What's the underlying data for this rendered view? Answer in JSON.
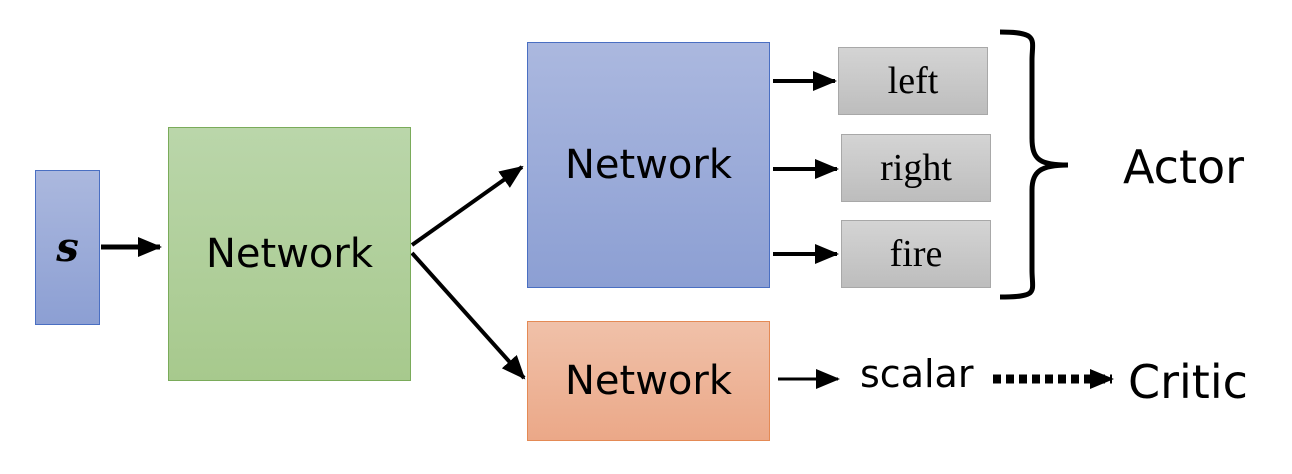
{
  "diagram": {
    "title": "Actor-Critic network architecture",
    "input": {
      "label": "s",
      "color": "#9aabd8"
    },
    "shared_network": {
      "label": "Network",
      "color": "#b2d19c"
    },
    "actor_network": {
      "label": "Network",
      "color": "#9aacda"
    },
    "critic_network": {
      "label": "Network",
      "color": "#eeb597"
    },
    "actions": [
      {
        "label": "left"
      },
      {
        "label": "right"
      },
      {
        "label": "fire"
      }
    ],
    "actor_label": "Actor",
    "scalar_label": "scalar",
    "critic_label": "Critic",
    "edges": [
      {
        "from": "input",
        "to": "shared_network",
        "style": "solid"
      },
      {
        "from": "shared_network",
        "to": "actor_network",
        "style": "solid"
      },
      {
        "from": "shared_network",
        "to": "critic_network",
        "style": "solid"
      },
      {
        "from": "actor_network",
        "to": "left",
        "style": "solid"
      },
      {
        "from": "actor_network",
        "to": "right",
        "style": "solid"
      },
      {
        "from": "actor_network",
        "to": "fire",
        "style": "solid"
      },
      {
        "from": "critic_network",
        "to": "scalar",
        "style": "solid"
      },
      {
        "from": "scalar",
        "to": "Critic",
        "style": "dotted"
      }
    ]
  }
}
